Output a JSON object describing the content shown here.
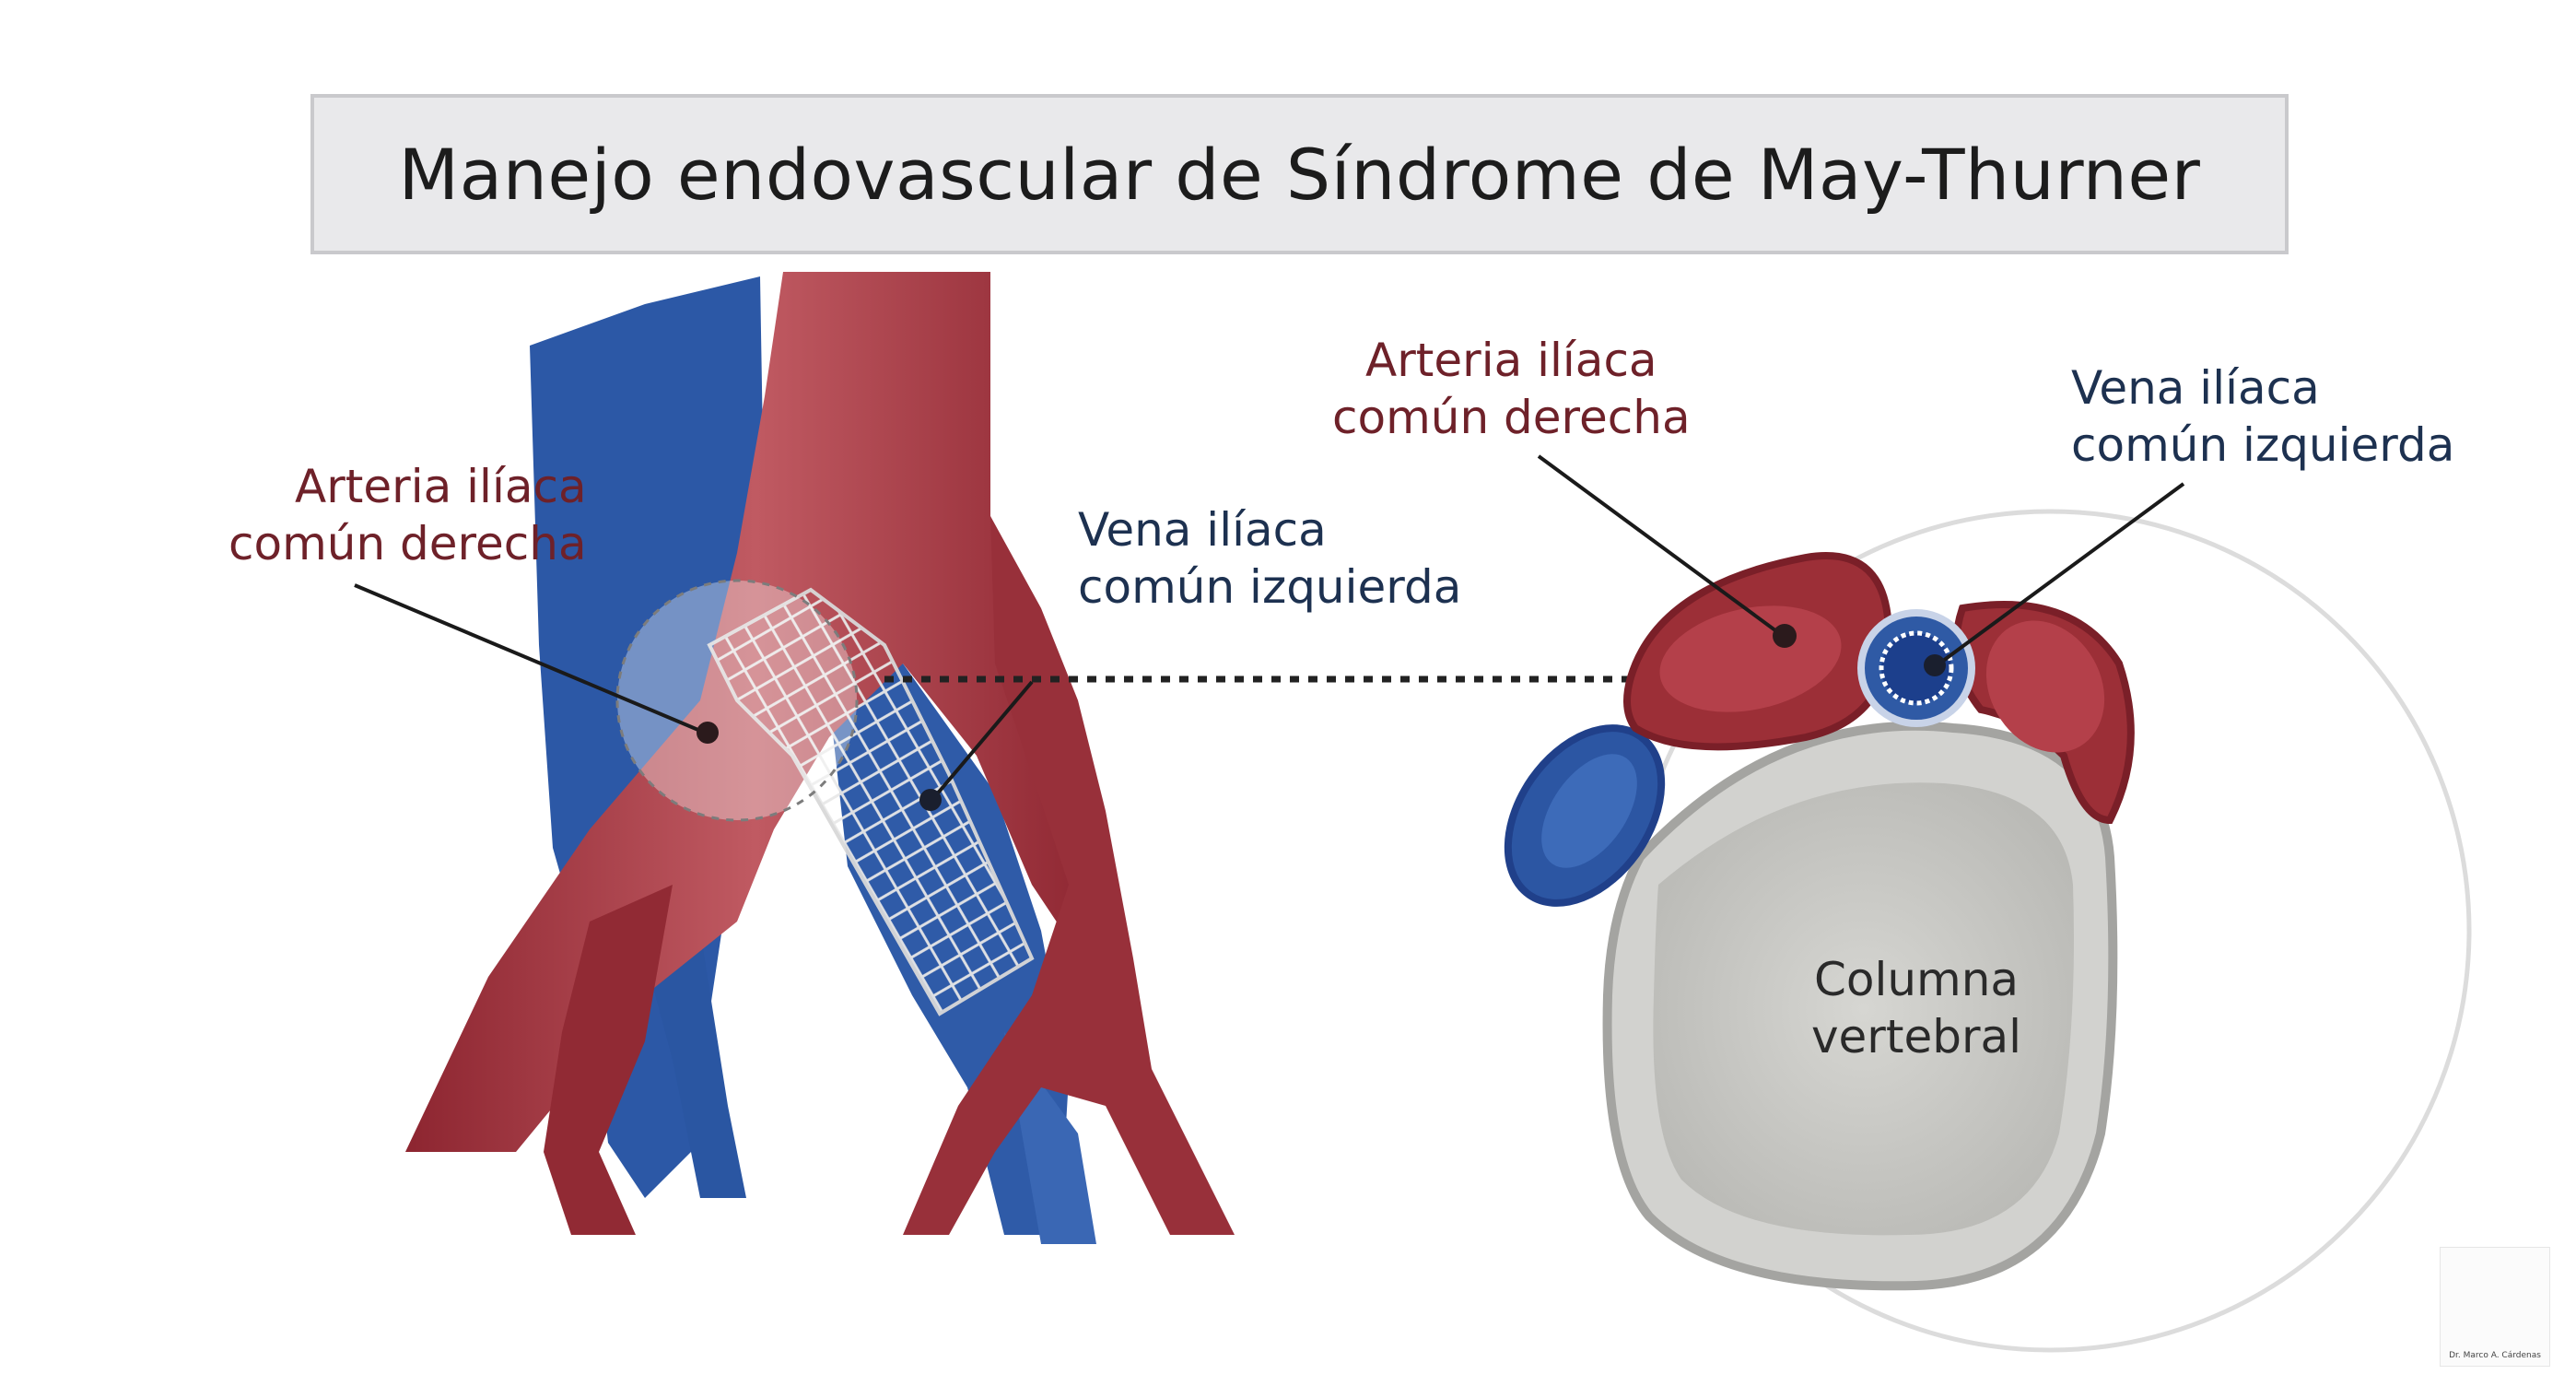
{
  "title": "Manejo endovascular de Síndrome de May-Thurner",
  "left_panel": {
    "artery_label": [
      "Arteria ilíaca",
      "común derecha"
    ],
    "vein_label": [
      "Vena ilíaca",
      "común izquierda"
    ]
  },
  "right_panel": {
    "artery_label": [
      "Arteria ilíaca",
      "común derecha"
    ],
    "vein_label": [
      "Vena ilíaca",
      "común izquierda"
    ],
    "spine_label": [
      "Columna",
      "vertebral"
    ]
  },
  "logo": {
    "caption": "Dr. Marco A. Cárdenas"
  },
  "colors": {
    "artery": "#9c2f37",
    "artery_light": "#c4646b",
    "vein": "#2f5aa5",
    "vein_dark": "#20408a",
    "bone": "#c9c9c6",
    "label_red": "#6e2129",
    "label_blue": "#1d3150"
  }
}
